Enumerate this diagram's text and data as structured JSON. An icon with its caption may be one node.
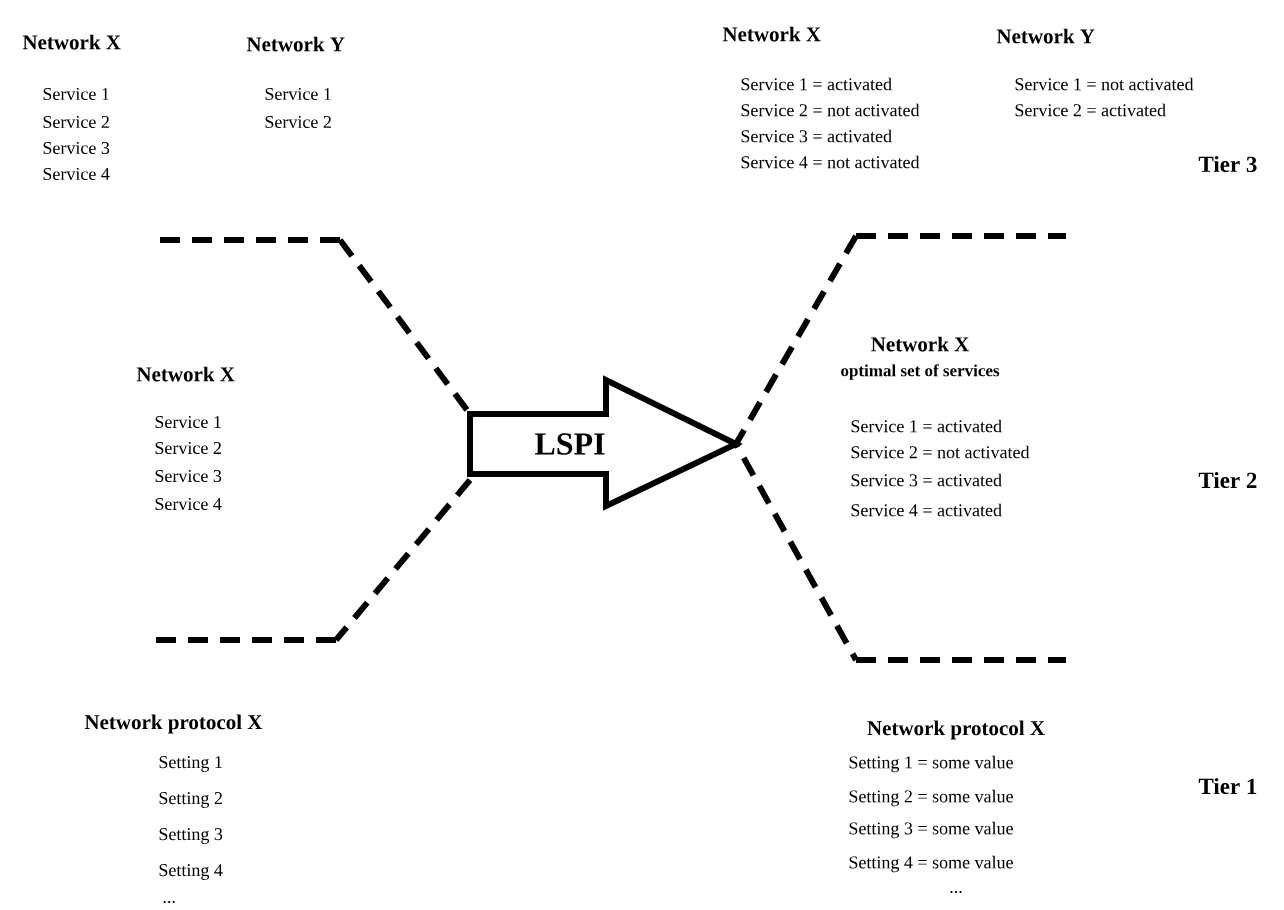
{
  "diagram": {
    "nodes": [
      {
        "text": [
          "LSPI"
        ]
      }
    ],
    "edges": [],
    "labels": [
      "Network X",
      "Service 1",
      "Service 2",
      "Service 3",
      "Service 4",
      "Network Y",
      "Service 1",
      "Service 2",
      "Network X",
      "Service 1 = activated",
      "Service 2 = not activated",
      "Service 3 = activated",
      "Service 4 = not activated",
      "Network Y",
      "Service 1 = not activated",
      "Service 2 = activated",
      "Tier 3",
      "Network X",
      "Service 1",
      "Service 2",
      "Service 3",
      "Service 4",
      "Network X",
      "optimal set of services",
      "Service 1 = activated",
      "Service 2 = not activated",
      "Service 3 = activated",
      "Service 4 = activated",
      "Tier 2",
      "Network protocol X",
      "Setting 1",
      "Setting 2",
      "Setting 3",
      "Setting 4",
      "...",
      "Network protocol X",
      "Setting 1 = some value",
      "Setting 2 = some value",
      "Setting 3 = some value",
      "Setting 4 = some value",
      "...",
      "Tier 1"
    ]
  }
}
